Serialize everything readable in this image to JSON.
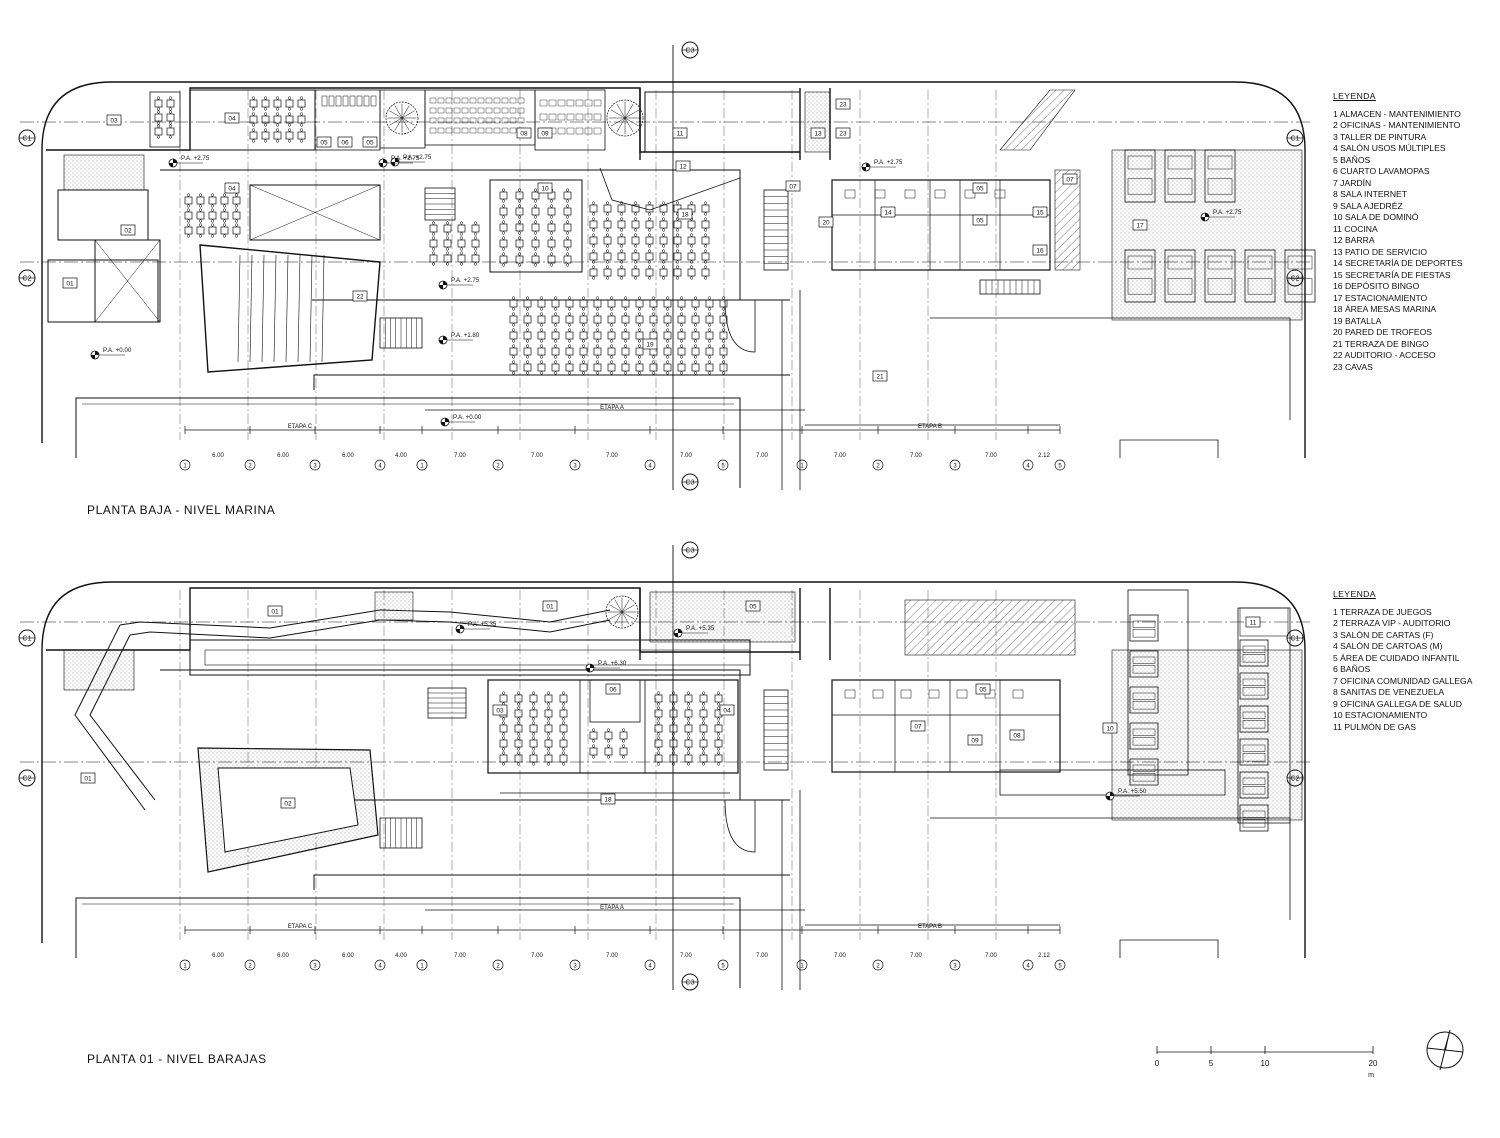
{
  "plans": [
    {
      "title": "PLANTA BAJA - NIVEL MARINA",
      "legend_title": "LEYENDA",
      "legend": [
        "1  ALMACEN - MANTENIMIENTO",
        "2  OFICINAS - MANTENIMIENTO",
        "3  TALLER DE PINTURA",
        "4  SALÓN USOS MÚLTIPLES",
        "5  BAÑOS",
        "6  CUARTO LAVAMOPAS",
        "7  JARDÍN",
        "8  SALA INTERNET",
        "9  SALA AJEDRÉZ",
        "10  SALA DE DOMINÓ",
        "11  COCINA",
        "12  BARRA",
        "13  PATIO DE SERVICIO",
        "14 SECRETARÍA DE DEPORTES",
        "15  SECRETARÍA DE FIESTAS",
        "16  DEPÓSITO BINGO",
        "17  ESTACIONAMIENTO",
        "18  ÁREA MESAS MARINA",
        "19  BATALLA",
        "20  PARED DE TROFEOS",
        "21  TERRAZA DE BINGO",
        "22  AUDITORIO - ACCESO",
        "23  CAVAS"
      ],
      "section_marks": [
        "C1",
        "C2",
        "C3"
      ],
      "room_tags": [
        "03",
        "04",
        "05",
        "06",
        "05",
        "08",
        "09",
        "11",
        "13",
        "23",
        "23",
        "01",
        "02",
        "04",
        "10",
        "12",
        "18",
        "07",
        "20",
        "14",
        "05",
        "05",
        "15",
        "16",
        "07",
        "17",
        "22",
        "19",
        "21"
      ],
      "levels": [
        "P.A. +2.75",
        "P.A. +2.75",
        "P.A. +2.75",
        "P.A. +2.75",
        "P.A. +2.75",
        "P.A. +2.75",
        "P.A. +1.80",
        "P.A. +0.00",
        "P.A. +0.00"
      ],
      "stages": [
        "ETAPA C",
        "ETAPA A",
        "ETAPA B"
      ],
      "grid_dims": [
        "6.00",
        "6.00",
        "6.00",
        "4.00",
        "7.00",
        "7.00",
        "7.00",
        "7.00",
        "7.00",
        "7.00",
        "7.00",
        "7.00",
        "2.12"
      ],
      "grid_nums": [
        "1",
        "2",
        "3",
        "4",
        "5",
        "1",
        "2",
        "3",
        "4",
        "5",
        "1",
        "2",
        "3",
        "4",
        "5"
      ]
    },
    {
      "title": "PLANTA 01 - NIVEL BARAJAS",
      "legend_title": "LEYENDA",
      "legend": [
        "1  TERRAZA DE JUEGOS",
        "2  TERRAZA VIP - AUDITORIO",
        "3  SALÓN DE CARTAS (F)",
        "4  SALÓN DE CARTOAS (M)",
        "5  ÁREA DE CUIDADO INFANTIL",
        "6  BAÑOS",
        "7  OFICINA COMUNIDAD GALLEGA",
        "8  SANITAS DE VENEZUELA",
        "9  OFICINA GALLEGA DE SALUD",
        "10  ESTACIONAMIENTO",
        "11  PULMÓN DE GAS"
      ],
      "section_marks": [
        "C1",
        "C2",
        "C3"
      ],
      "room_tags": [
        "01",
        "01",
        "05",
        "11",
        "03",
        "06",
        "04",
        "07",
        "05",
        "09",
        "08",
        "10",
        "18",
        "01",
        "02"
      ],
      "levels": [
        "P.A. +5.35",
        "P.A. +5.35",
        "P.A. +6.30",
        "P.A. +5.50"
      ],
      "stages": [
        "ETAPA C",
        "ETAPA A",
        "ETAPA B"
      ],
      "grid_dims": [
        "6.00",
        "6.00",
        "6.00",
        "4.00",
        "7.00",
        "7.00",
        "7.00",
        "7.00",
        "7.00",
        "7.00",
        "7.00",
        "7.00",
        "2.12"
      ],
      "grid_nums": [
        "1",
        "2",
        "3",
        "4",
        "5",
        "1",
        "2",
        "3",
        "4",
        "5",
        "1",
        "2",
        "3",
        "4",
        "5"
      ]
    }
  ],
  "scale_bar": {
    "ticks": [
      "0",
      "5",
      "10",
      "20"
    ],
    "unit": "m"
  }
}
